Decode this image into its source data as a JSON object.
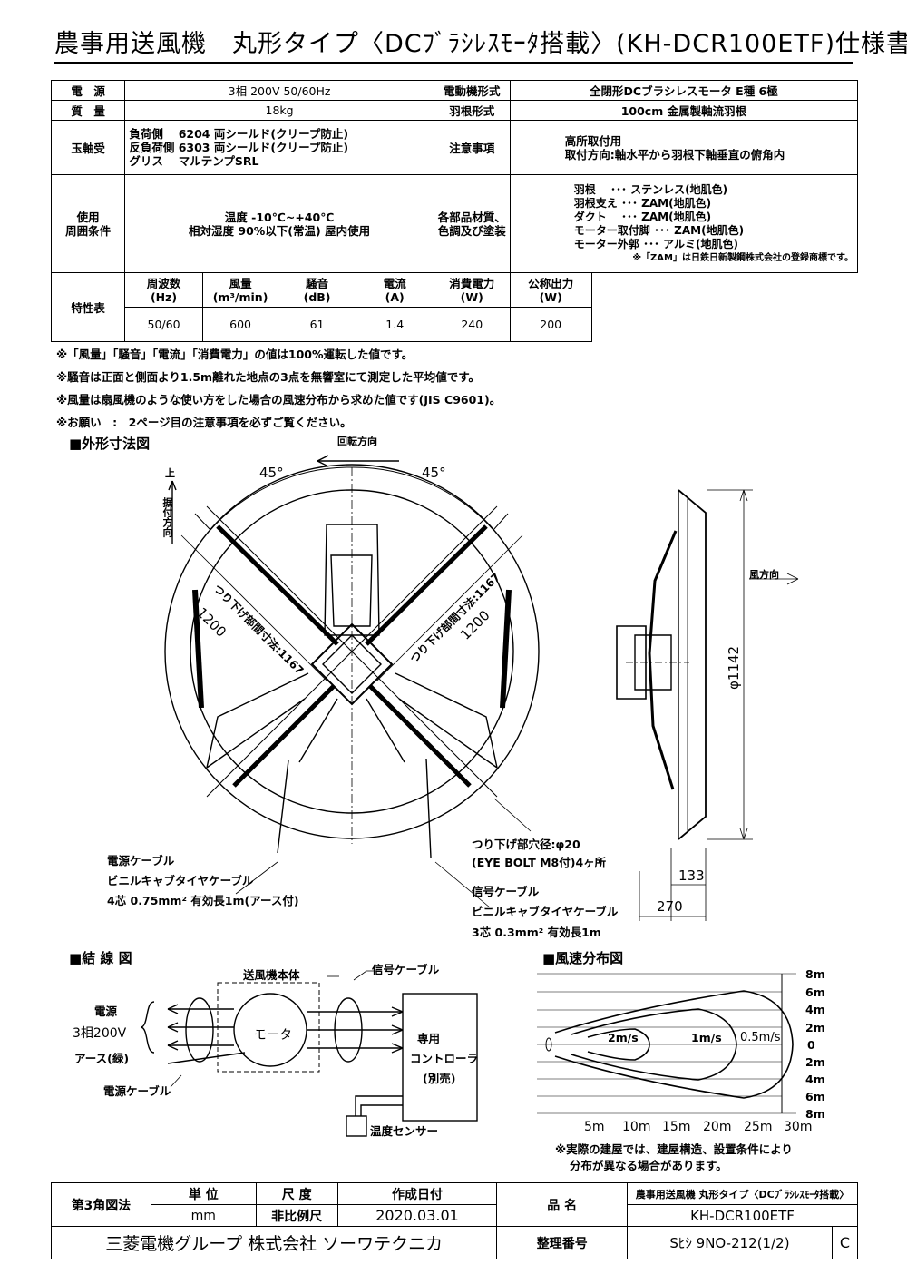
{
  "title": "農事用送風機　丸形タイプ〈DCﾌﾞﾗｼﾚｽﾓｰﾀ搭載〉(KH-DCR100ETF)仕様書",
  "spec": {
    "power_label": "電　源",
    "power_value": "3相 200V 50/60Hz",
    "motor_type_label": "電動機形式",
    "motor_type_value": "全閉形DCブラシレスモータ E種 6極",
    "mass_label": "質　量",
    "mass_value": "18kg",
    "blade_type_label": "羽根形式",
    "blade_type_value": "100cm 金属製軸流羽根",
    "bearing_label": "玉軸受",
    "bearing_lines": [
      "負荷側　 6204 両シールド(クリープ防止)",
      "反負荷側 6303 両シールド(クリープ防止)",
      "グリス　 マルテンプSRL"
    ],
    "caution_label": "注意事項",
    "caution_lines": [
      "高所取付用",
      "取付方向:軸水平から羽根下軸垂直の俯角内"
    ],
    "usage_label_1": "使用",
    "usage_label_2": "周囲条件",
    "usage_lines": [
      "温度 -10℃~+40℃",
      "相対湿度 90%以下(常温) 屋内使用"
    ],
    "material_label_1": "各部品材質、",
    "material_label_2": "色調及び塗装",
    "material_lines": [
      "羽根　 ･･･ ステンレス(地肌色)",
      "羽根支え ･･･ ZAM(地肌色)",
      "ダクト　 ･･･ ZAM(地肌色)",
      "モーター取付脚 ･･･ ZAM(地肌色)",
      "モーター外郭 ･･･ アルミ(地肌色)"
    ],
    "material_note": "※「ZAM」は日鉄日新製鋼株式会社の登録商標です。",
    "char_label": "特性表",
    "char_headers": [
      {
        "name": "周波数",
        "unit": "(Hz)"
      },
      {
        "name": "風量",
        "unit": "(m³/min)"
      },
      {
        "name": "騒音",
        "unit": "(dB)"
      },
      {
        "name": "電流",
        "unit": "(A)"
      },
      {
        "name": "消費電力",
        "unit": "(W)"
      },
      {
        "name": "公称出力",
        "unit": "(W)"
      }
    ],
    "char_values": [
      "50/60",
      "600",
      "61",
      "1.4",
      "240",
      "200"
    ]
  },
  "notes": [
    "※「風量」「騒音」「電流」「消費電力」の値は100%運転した値です。",
    "※騒音は正面と側面より1.5m離れた地点の3点を無響室にて測定した平均値です。",
    "※風量は扇風機のような使い方をした場合の風速分布から求めた値です(JIS C9601)。",
    "※お願い　:　2ページ目の注意事項を必ずご覧ください。"
  ],
  "outline": {
    "heading": "■外形寸法図",
    "rotation": "回転方向",
    "angle_left": "45°",
    "angle_right": "45°",
    "up": "上",
    "mount_dir": "据付方向",
    "dim_1200_left": "1200",
    "dim_1200_right": "1200",
    "hang_left": "つり下げ部間寸法:1167",
    "hang_right": "つり下げ部間寸法:1167",
    "wind_dir": "風方向",
    "dia": "φ1142",
    "dim_133": "133",
    "dim_270": "270",
    "eyebolt_1": "つり下げ部穴径:φ20",
    "eyebolt_2": "(EYE BOLT M8付)4ヶ所",
    "power_cable_1": "電源ケーブル",
    "power_cable_2": "ビニルキャブタイヤケーブル",
    "power_cable_3": "4芯 0.75mm² 有効長1m(アース付)",
    "signal_cable_1": "信号ケーブル",
    "signal_cable_2": "ビニルキャブタイヤケーブル",
    "signal_cable_3": "3芯 0.3mm² 有効長1m"
  },
  "wiring": {
    "heading": "■結 線 図",
    "body": "送風機本体",
    "signal": "信号ケーブル",
    "power": "電源",
    "power_spec": "3相200V",
    "earth": "アース(緑)",
    "power_cable": "電源ケーブル",
    "motor": "モータ",
    "controller_1": "専用",
    "controller_2": "コントローラ",
    "controller_3": "(別売)",
    "sensor": "温度センサー"
  },
  "wind": {
    "heading": "■風速分布図",
    "y_labels": [
      "8m",
      "6m",
      "4m",
      "2m",
      "0",
      "2m",
      "4m",
      "6m",
      "8m"
    ],
    "x_labels": [
      "5m",
      "10m",
      "15m",
      "20m",
      "25m",
      "30m"
    ],
    "speed_2": "2m/s",
    "speed_1": "1m/s",
    "speed_05": "0.5m/s",
    "note_1": "※実際の建屋では、建屋構造、設置条件により",
    "note_2": "分布が異なる場合があります。"
  },
  "footer": {
    "projection": "第3角図法",
    "unit_label": "単 位",
    "unit_value": "mm",
    "scale_label": "尺 度",
    "scale_value": "非比例尺",
    "date_label": "作成日付",
    "date_value": "2020.03.01",
    "name_label": "品 名",
    "name_value_1": "農事用送風機 丸形タイプ〈DCﾌﾞﾗｼﾚｽﾓｰﾀ搭載〉",
    "name_value_2": "KH-DCR100ETF",
    "company": "三菱電機グループ 株式会社 ソーワテクニカ",
    "ref_label": "整理番号",
    "ref_value": "Sﾋｼ 9NO-212(1/2)",
    "rev": "C"
  }
}
